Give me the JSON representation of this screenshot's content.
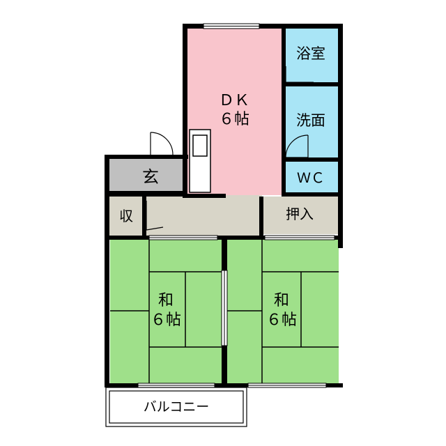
{
  "rooms": {
    "dk": {
      "line1": "ＤＫ",
      "line2": "６帖",
      "color": "#f9c5cc"
    },
    "bath": {
      "label": "浴室",
      "color": "#a9e5f6"
    },
    "washroom": {
      "label": "洗面",
      "color": "#a9e5f6"
    },
    "wc": {
      "label": "ＷＣ",
      "color": "#a9e5f6"
    },
    "entrance": {
      "label": "玄",
      "color": "#c0c0c0"
    },
    "storage": {
      "label": "収",
      "color": "#d8d5c8"
    },
    "closet": {
      "label": "押入",
      "color": "#d8d5c8"
    },
    "washitsu_left": {
      "line1": "和",
      "line2": "６帖",
      "color": "#9fe08a"
    },
    "washitsu_right": {
      "line1": "和",
      "line2": "６帖",
      "color": "#9fe08a"
    },
    "balcony": {
      "label": "バルコニー"
    }
  },
  "colors": {
    "wall": "#000000",
    "hallway": "#d8d5c8",
    "tatami_line": "#000000"
  }
}
